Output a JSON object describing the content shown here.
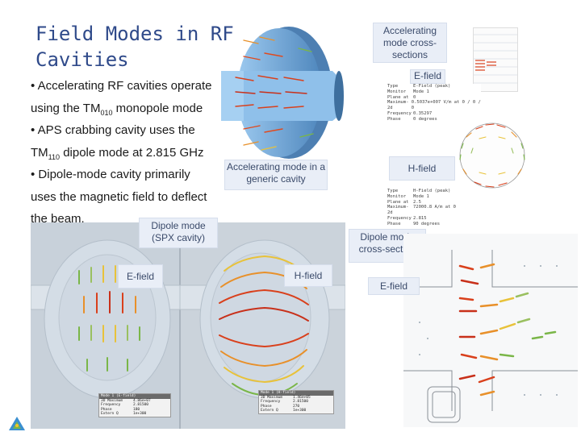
{
  "slide": {
    "title": "Field Modes in RF Cavities",
    "bullets": [
      {
        "pre": "• Accelerating RF cavities operate",
        "sub": "",
        "post": ""
      },
      {
        "pre": "using the TM",
        "sub": "010",
        "post": " monopole mode"
      },
      {
        "pre": "• APS crabbing cavity uses the",
        "sub": "",
        "post": ""
      },
      {
        "pre": "TM",
        "sub": "110",
        "post": " dipole mode at 2.815 GHz"
      },
      {
        "pre": "• Dipole-mode cavity primarily",
        "sub": "",
        "post": ""
      },
      {
        "pre": "uses the magnetic field to deflect",
        "sub": "",
        "post": ""
      },
      {
        "pre": "the beam.",
        "sub": "",
        "post": ""
      }
    ]
  },
  "labels": {
    "accel_generic": "Accelerating mode in a generic cavity",
    "accel_cross": "Accelerating mode cross-sections",
    "efield_top": "E-field",
    "hfield_right": "H-field",
    "dipole_spx": "Dipole mode (SPX cavity)",
    "dipole_cross": "Dipole mode cross-section",
    "efield_left": "E-field",
    "hfield_mid": "H-field",
    "efield_right": "E-field"
  },
  "tables": {
    "efield": [
      [
        "Type",
        "E-Field (peak)"
      ],
      [
        "Monitor",
        "Mode 1"
      ],
      [
        "Plane at",
        "0"
      ],
      [
        "Maximum-2d",
        "0.5037e+007 V/m at 0 / 0 / 0"
      ],
      [
        "Frequency",
        "0.35297"
      ],
      [
        "Phase",
        "0 degrees"
      ]
    ],
    "hfield": [
      [
        "Type",
        "H-Field (peak)"
      ],
      [
        "Monitor",
        "Mode 1"
      ],
      [
        "Plane at",
        "2.5"
      ],
      [
        "Maximum-2d",
        "72000.8 A/m at 0"
      ],
      [
        "Frequency",
        "2.815"
      ],
      [
        "Phase",
        "90 degrees"
      ]
    ],
    "spx_left": {
      "header": "Mode 1 (E-field)",
      "rows": [
        [
          "3D Maximum",
          "4.86e+07"
        ],
        [
          "Frequency",
          "2.81500"
        ],
        [
          "Phase",
          "180"
        ],
        [
          "Extern Q",
          "1e+300"
        ]
      ]
    },
    "spx_right": {
      "header": "Mode 1 (H-field)",
      "rows": [
        [
          "3D Maximum",
          "1.46e+05"
        ],
        [
          "Frequency",
          "2.81500"
        ],
        [
          "Phase",
          "270"
        ],
        [
          "Extern Q",
          "1e+300"
        ]
      ]
    }
  },
  "colors": {
    "title": "#2f4a8a",
    "callout_bg": "#e9eef7",
    "cavity_blue": "#6aa6d6",
    "arrow_red": "#d9401c",
    "arrow_green": "#7ab648",
    "arrow_yellow": "#e8c23a"
  },
  "icons": {
    "logo": "logo-icon"
  }
}
